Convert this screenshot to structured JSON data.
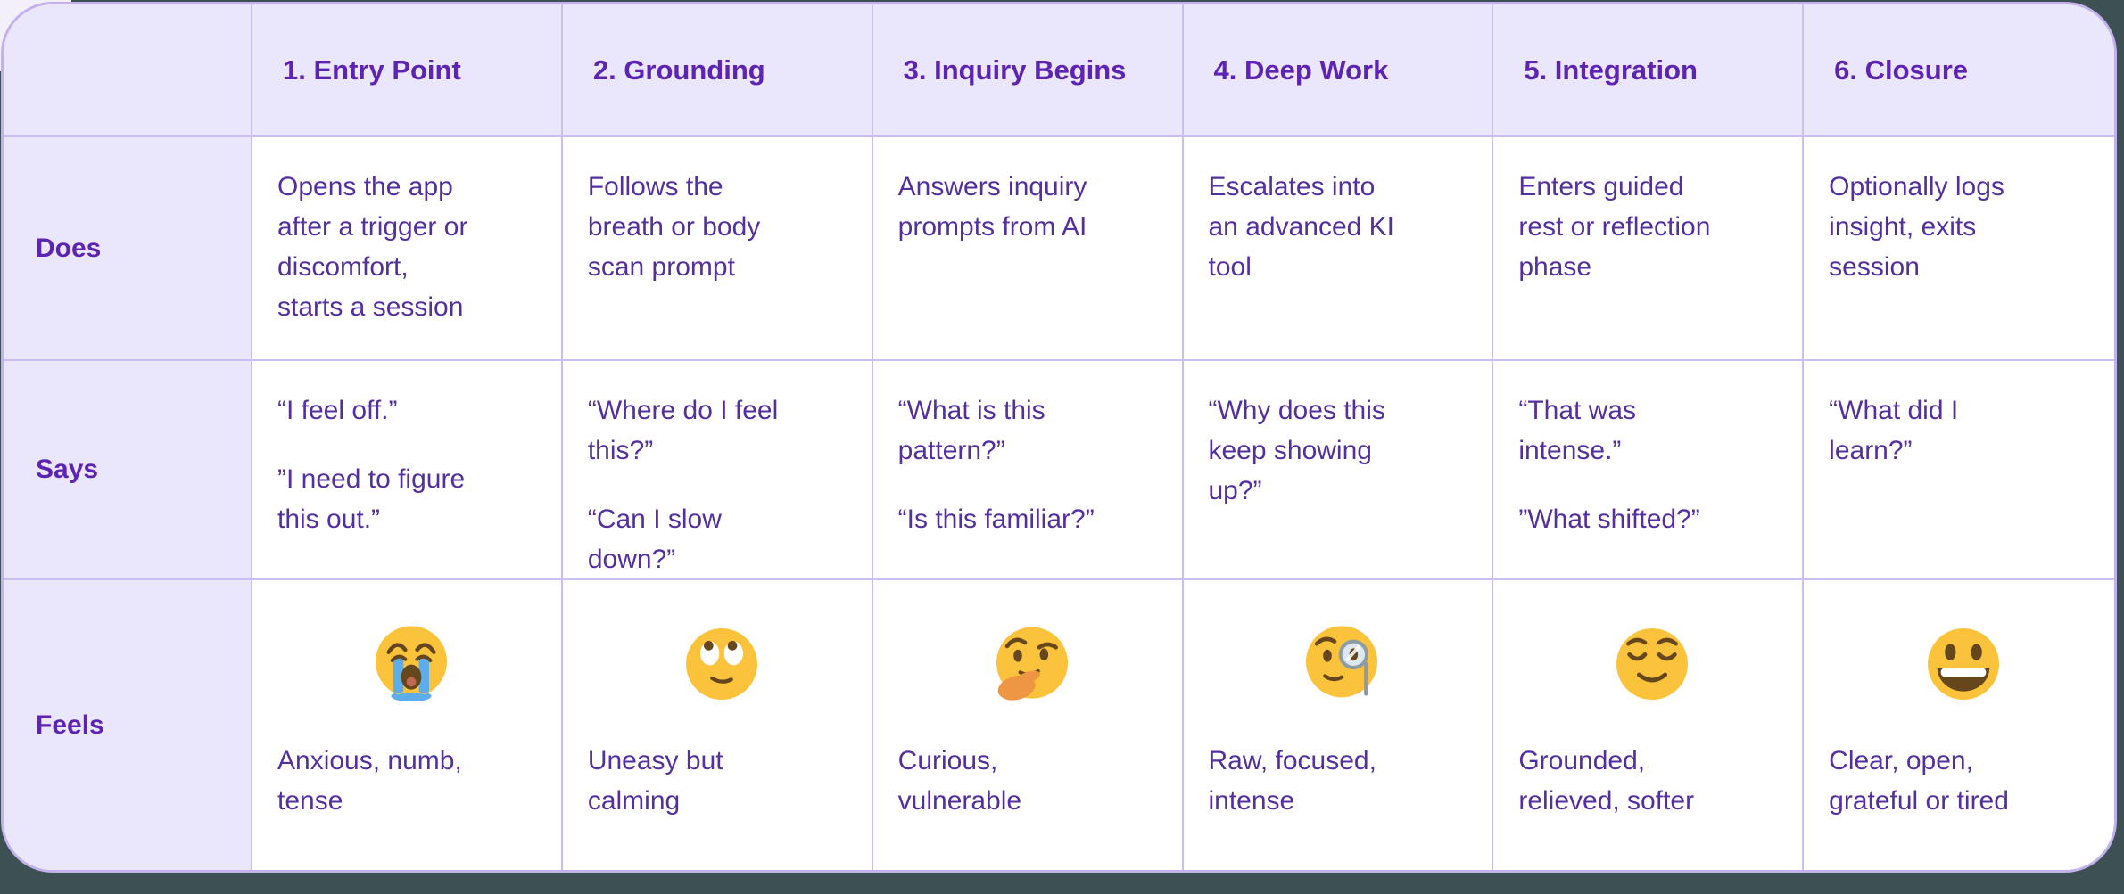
{
  "table": {
    "corner_label": "",
    "columns": [
      {
        "label": "1. Entry Point"
      },
      {
        "label": "2. Grounding"
      },
      {
        "label": "3. Inquiry Begins"
      },
      {
        "label": "4. Deep Work"
      },
      {
        "label": "5. Integration"
      },
      {
        "label": "6. Closure"
      }
    ],
    "rows": [
      {
        "label": "Does",
        "cells": [
          {
            "text": "Opens the app\nafter a trigger or\ndiscomfort,\nstarts a session"
          },
          {
            "text": "Follows the\nbreath or body\nscan prompt"
          },
          {
            "text": "Answers inquiry\nprompts from AI"
          },
          {
            "text": "Escalates into\nan advanced KI\ntool"
          },
          {
            "text": "Enters guided\nrest or reflection\nphase"
          },
          {
            "text": "Optionally logs\ninsight, exits\nsession"
          }
        ]
      },
      {
        "label": "Says",
        "cells": [
          {
            "quotes": [
              "“I feel off.”",
              "”I need to figure\nthis out.”"
            ]
          },
          {
            "quotes": [
              "“Where do I feel\nthis?”",
              "“Can I slow\ndown?”"
            ]
          },
          {
            "quotes": [
              "“What is this\npattern?”",
              "“Is this familiar?”"
            ]
          },
          {
            "quotes": [
              "“Why does this\nkeep showing\nup?”"
            ]
          },
          {
            "quotes": [
              "“That was\nintense.”",
              "”What shifted?”"
            ]
          },
          {
            "quotes": [
              "“What did I\nlearn?”"
            ]
          }
        ]
      },
      {
        "label": "Feels",
        "cells": [
          {
            "emoji": "😭",
            "emoji_name": "loudly-crying-face",
            "text": "Anxious, numb,\ntense"
          },
          {
            "emoji": "🙄",
            "emoji_name": "face-with-rolling-eyes",
            "text": "Uneasy but\ncalming"
          },
          {
            "emoji": "🤔",
            "emoji_name": "thinking-face",
            "text": "Curious,\nvulnerable"
          },
          {
            "emoji": "🧐",
            "emoji_name": "face-with-monocle",
            "text": "Raw, focused,\nintense"
          },
          {
            "emoji": "😌",
            "emoji_name": "relieved-face",
            "text": "Grounded,\nrelieved, softer"
          },
          {
            "emoji": "😀",
            "emoji_name": "grinning-face",
            "text": "Clear, open,\ngrateful or tired"
          }
        ]
      }
    ]
  },
  "colors": {
    "page_background": "#3D5154",
    "card_background": "#FFFFFF",
    "header_background": "#EAE6FB",
    "card_border": "#C3B1EE",
    "grid_line": "#CBBEF1",
    "heading_text": "#5D23B2",
    "body_text": "#54309E",
    "emoji_face": "#FBC23C",
    "emoji_feature": "#65471B",
    "tear_blue": "#5DADEC"
  }
}
